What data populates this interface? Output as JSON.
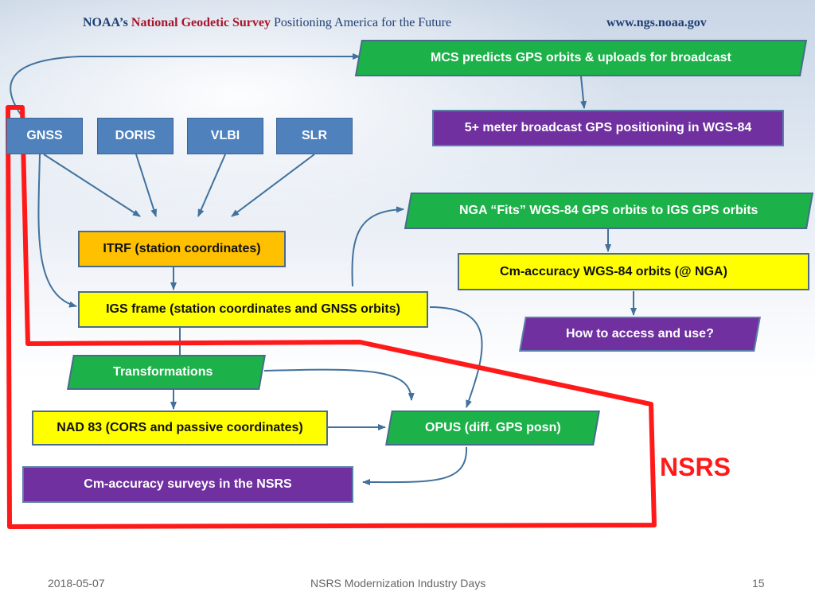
{
  "header": {
    "org": "NOAA’s",
    "name": "National Geodetic Survey",
    "tagline": "Positioning America for the Future",
    "url": "www.ngs.noaa.gov"
  },
  "boxes": {
    "mcs": "MCS predicts GPS orbits  & uploads for broadcast",
    "broadcast": "5+ meter broadcast GPS positioning in WGS-84",
    "gnss": "GNSS",
    "doris": "DORIS",
    "vlbi": "VLBI",
    "slr": "SLR",
    "nga_fits": "NGA “Fits” WGS-84 GPS orbits to IGS GPS orbits",
    "itrf": "ITRF (station coordinates)",
    "cm_wgs84": "Cm-accuracy WGS-84 orbits (@ NGA)",
    "igs": "IGS frame (station coordinates and GNSS orbits)",
    "access": "How to access and use?",
    "transformations": "Transformations",
    "nad83": "NAD 83 (CORS and passive coordinates)",
    "opus": "OPUS (diff. GPS posn)",
    "cm_surveys": "Cm-accuracy surveys in the NSRS"
  },
  "region_label": "NSRS",
  "colors": {
    "blue": "#4f81bd",
    "green": "#1db14a",
    "yellow": "#ffff00",
    "orange": "#ffc000",
    "purple": "#7030a0",
    "region_outline": "#ff1a1a",
    "arrow": "#41719c"
  },
  "footer": {
    "date": "2018-05-07",
    "event": "NSRS Modernization Industry Days",
    "page": "15"
  }
}
